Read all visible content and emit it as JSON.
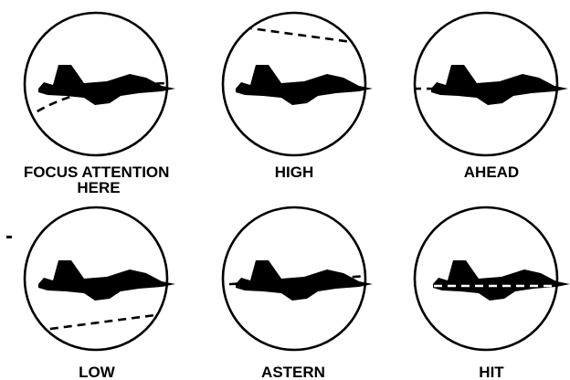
{
  "panels": [
    {
      "id": "focus",
      "label_lines": [
        "FOCUS ATTENTION",
        "HERE"
      ]
    },
    {
      "id": "high",
      "label_lines": [
        "HIGH"
      ]
    },
    {
      "id": "ahead",
      "label_lines": [
        "AHEAD"
      ]
    },
    {
      "id": "low",
      "label_lines": [
        "LOW"
      ]
    },
    {
      "id": "astern",
      "label_lines": [
        "ASTERN"
      ]
    },
    {
      "id": "hit",
      "label_lines": [
        "HIT"
      ]
    }
  ],
  "colors": {
    "ink": "#000000",
    "background": "#ffffff"
  }
}
